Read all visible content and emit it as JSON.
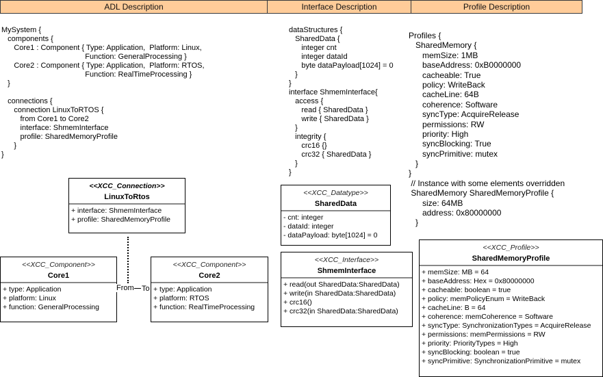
{
  "headers": {
    "adl": "ADL Description",
    "interface": "Interface Description",
    "profile": "Profile Description"
  },
  "adl_code": [
    "MySystem {",
    "   components {",
    "      Core1 : Component { Type: Application,  Platform: Linux,",
    "                                        Function: GeneralProcessing }",
    "      Core2 : Component { Type: Application,  Platform: RTOS,",
    "                                        Function: RealTimeProcessing }",
    "   }",
    "",
    "   connections {",
    "      connection LinuxToRTOS {",
    "         from Core1 to Core2",
    "         interface: ShmemInterface",
    "         profile: SharedMemoryProfile",
    "      }",
    "}"
  ],
  "interface_code": [
    "dataStructures {",
    "   SharedData {",
    "      integer cnt",
    "      integer dataId",
    "      byte dataPayload[1024] = 0",
    "   }",
    "}",
    "interface ShmemInterface{",
    "   access {",
    "      read { SharedData }",
    "      write { SharedData }",
    "   }",
    "   integrity {",
    "      crc16 {}",
    "      crc32 { SharedData }",
    "   }",
    "}"
  ],
  "profile_code": [
    "Profiles {",
    "   SharedMemory {",
    "      memSize: 1MB",
    "      baseAddress: 0xB0000000",
    "      cacheable: True",
    "      policy: WriteBack",
    "      cacheLine: 64B",
    "      coherence: Software",
    "      syncType: AcquireRelease",
    "      permissions: RW",
    "      priority: High",
    "      syncBlocking: True",
    "      syncPrimitive: mutex",
    "   }",
    "}",
    " // Instance with some elements overridden",
    " SharedMemory SharedMemoryProfile {",
    "      size: 64MB",
    "      address: 0x80000000",
    "   }"
  ],
  "boxes": {
    "connection": {
      "stereotype": "<<XCC_Connection>>",
      "name": "LinuxToRtos",
      "attrs": [
        "+ interface: ShmemInterface",
        "+ profile: SharedMemoryProfile"
      ]
    },
    "core1": {
      "stereotype": "<<XCC_Component>>",
      "name": "Core1",
      "attrs": [
        "+ type: Application",
        "+ platform: Linux",
        "+ function: GeneralProcessing"
      ]
    },
    "core2": {
      "stereotype": "<<XCC_Component>>",
      "name": "Core2",
      "attrs": [
        "+ type: Application",
        "+ platform: RTOS",
        "+ function: RealTimeProcessing"
      ]
    },
    "datatype": {
      "stereotype": "<<XCC_Datatype>>",
      "name": "SharedData",
      "attrs": [
        "- cnt: integer",
        "- dataId: integer",
        "- dataPayload: byte[1024] = 0"
      ]
    },
    "iface": {
      "stereotype": "<<XCC_Interface>>",
      "name": "ShmemInterface",
      "attrs": [
        "+ read(out SharedData:SharedData)",
        "+ write(in SharedData:SharedData)",
        "+ crc16()",
        "+ crc32(in SharedData:SharedData)"
      ]
    },
    "profile": {
      "stereotype": "<<XCC_Profile>>",
      "name": "SharedMemoryProfile",
      "attrs": [
        "+ memSize: MB = 64",
        "+ baseAddress: Hex = 0x80000000",
        "+ cacheable: boolean = true",
        "+ policy: memPolicyEnum = WriteBack",
        "+ cacheLine: B = 64",
        "+ coherence: memCoherence = Software",
        "+ syncType: SynchronizationTypes = AcquireRelease",
        "+ permissions: memPermissions = RW",
        "+ priority: PriorityTypes = High",
        "+ syncBlocking: boolean = true",
        "+ syncPrimitive: SynchronizationPrimitive = mutex"
      ]
    }
  },
  "edge_labels": {
    "from": "From",
    "to": "To"
  },
  "colors": {
    "header_fill": "#FFCC99",
    "header_border": "#36393d"
  }
}
